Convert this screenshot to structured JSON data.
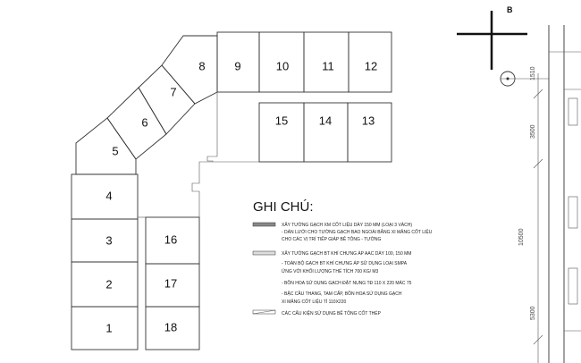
{
  "rooms": {
    "r1": "1",
    "r2": "2",
    "r3": "3",
    "r4": "4",
    "r5": "5",
    "r6": "6",
    "r7": "7",
    "r8": "8",
    "r9": "9",
    "r10": "10",
    "r11": "11",
    "r12": "12",
    "r13": "13",
    "r14": "14",
    "r15": "15",
    "r16": "16",
    "r17": "17",
    "r18": "18"
  },
  "compass_label": "B",
  "dimensions": {
    "d1": "3500",
    "d2": "10500",
    "d3": "5300",
    "d4": "1510"
  },
  "legend": {
    "title": "GHI CHÚ:",
    "items": [
      "XÂY TƯỜNG GẠCH XM CỐT LIỆU DÀY 150 MM (LOẠI 3 VÁCH)",
      "- DÁN LƯỚI CHO TƯỜNG GẠCH BAO NGOÀI BẰNG XI MĂNG CỐT LIỆU",
      "CHO CÁC VỊ TRÍ TIẾP GIÁP BÊ TÔNG - TƯỜNG",
      "XÂY TƯỜNG GẠCH BT KHÍ CHƯNG ÁP AAC DÀY 100, 150 MM",
      "- TOÀN BỘ GẠCH BT KHÍ CHƯNG ÁP SỬ DỤNG LOẠI SMPA",
      "ỨNG VỚI KHỐI LƯỢNG THỂ TÍCH 700 KG/ M3",
      "- BỒN HOA SỬ DỤNG GẠCH ĐẶT NUNG TĐ 110 X 220 MÁC 75",
      "- BẬC CẦU THANG, TAM CẤP, BỒN HOA SỬ DỤNG GẠCH",
      "XI MĂNG CỐT LIỆU TỈ 110X220",
      "CÁC CẤU KIỆN SỬ DỤNG BÊ TÔNG CỐT THÉP"
    ]
  }
}
